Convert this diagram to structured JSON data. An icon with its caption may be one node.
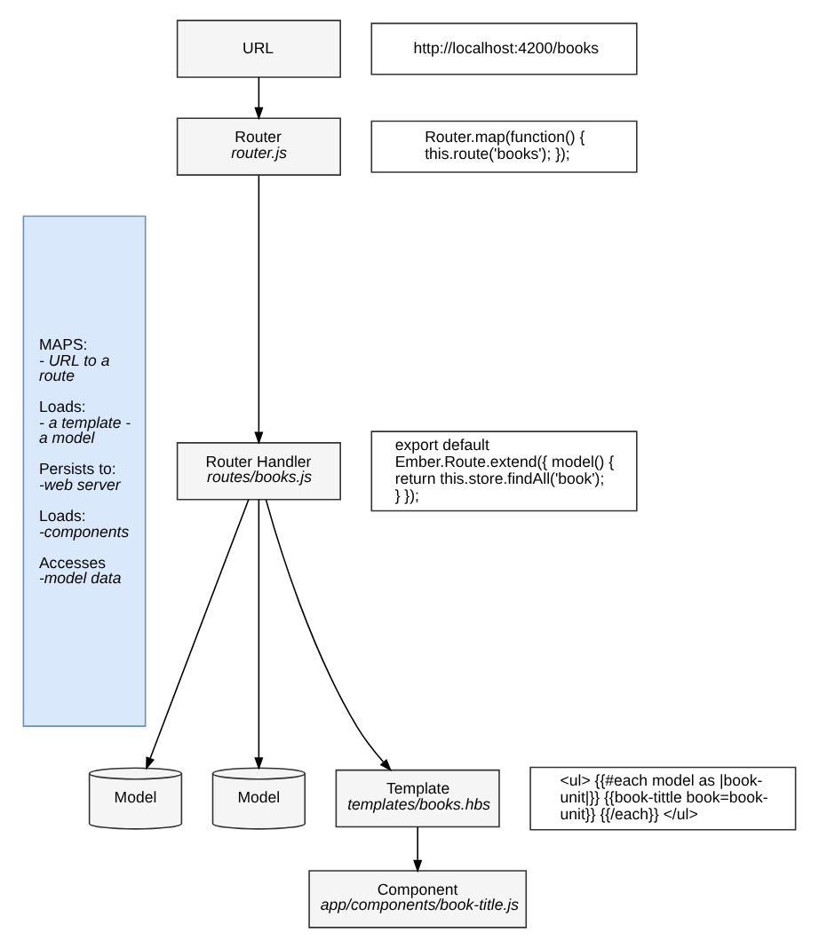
{
  "diagram": {
    "nodes": [
      {
        "text": [
          "MAPS:",
          "- URL to a route",
          "Loads:",
          "- a template - a model",
          "Persists to:",
          "-web server",
          "Loads:",
          "-components",
          "Accesses",
          "-model data"
        ]
      },
      {
        "text": [
          "URL"
        ]
      },
      {
        "text": [
          "http://localhost:4200/books"
        ]
      },
      {
        "text": [
          "Router",
          "router.js"
        ]
      },
      {
        "text": [
          "Router.map(function() { this.route('books'); });"
        ]
      },
      {
        "text": [
          "Router Handler",
          "routes/books.js"
        ]
      },
      {
        "text": [
          "export default Ember.Route.extend({ model() { return this.store.findAll('book'); } });"
        ]
      },
      {
        "text": [
          "Model"
        ]
      },
      {
        "text": [
          "Model"
        ]
      },
      {
        "text": [
          "Template",
          "templates/books.hbs"
        ]
      },
      {
        "text": [
          "<ul> {{#each model as |book-unit|}} {{book-tittle book=book-unit}} {{/each}} </ul>"
        ]
      },
      {
        "text": [
          "Component",
          "app/components/book-title.js"
        ]
      }
    ],
    "edges": [
      {
        "from": 1,
        "to": 3,
        "arrow": "to"
      },
      {
        "from": 3,
        "to": 5,
        "arrow": "to"
      },
      {
        "from": 5,
        "to": 7,
        "arrow": "to"
      },
      {
        "from": 5,
        "to": 8,
        "arrow": "to"
      },
      {
        "from": 5,
        "to": 9,
        "arrow": "to"
      },
      {
        "from": 9,
        "to": 11,
        "arrow": "to"
      }
    ]
  }
}
